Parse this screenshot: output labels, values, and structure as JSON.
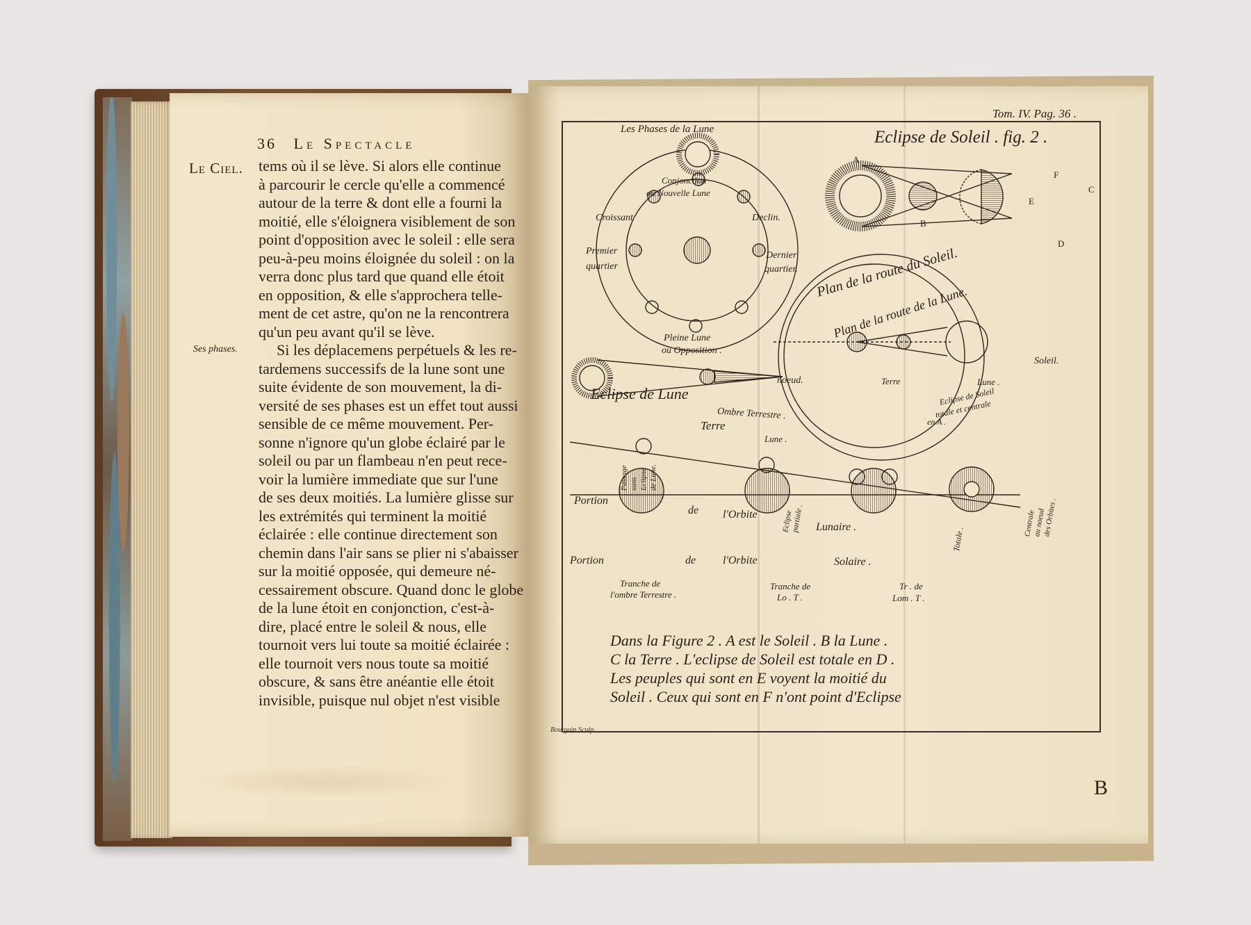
{
  "left_page": {
    "page_number": "36",
    "running_title": "Le Spectacle",
    "margin_section": "Le Ciel.",
    "margin_note": "Ses phases.",
    "lines": [
      "tems où il se lève. Si alors elle continue",
      "à parcourir le cercle qu'elle a commencé",
      "autour de la terre & dont elle a fourni la",
      "moitié, elle s'éloignera visiblement de son",
      "point d'opposition avec le soleil : elle sera",
      "peu-à-peu moins éloignée du soleil : on la",
      "verra donc plus tard que quand elle étoit",
      "en opposition, & elle s'approchera telle-",
      "ment de cet astre, qu'on ne la rencontrera",
      "qu'un peu avant qu'il se lève.",
      "Si les déplacemens perpétuels & les re-",
      "tardemens successifs de la lune sont une",
      "suite évidente de son mouvement, la di-",
      "versité de ses phases est un effet tout aussi",
      "sensible de ce même mouvement. Per-",
      "sonne n'ignore qu'un globe éclairé par le",
      "soleil ou par un flambeau n'en peut rece-",
      "voir la lumière immediate que sur l'une",
      "de ses deux moitiés. La lumière glisse sur",
      "les extrémités qui terminent la moitié",
      "éclairée : elle continue directement son",
      "chemin dans l'air sans se plier ni s'abaisser",
      "sur la moitié opposée, qui demeure né-",
      "cessairement obscure. Quand donc le globe",
      "de la lune étoit en conjonction, c'est-à-",
      "dire, placé entre le soleil & nous, elle",
      "tournoit vers lui toute sa moitié éclairée :",
      "elle tournoit vers nous toute sa moitié",
      "obscure, & sans être anéantie elle étoit",
      "invisible, puisque nul objet n'est visible"
    ]
  },
  "plate": {
    "ref": "Tom. IV. Pag. 36 .",
    "phases_title": "Les Phases de la Lune",
    "conjonction": [
      "Conjonction",
      "ou Nouvelle Lune"
    ],
    "croissant": "Croissant",
    "declin": "Declin.",
    "premier": [
      "Premier",
      "quartier"
    ],
    "dernier": [
      "Dernier",
      "quartier."
    ],
    "pleine": [
      "Pleine Lune",
      "ou Opposition ."
    ],
    "eclipse_soleil_title": "Eclipse de Soleil . fig. 2 .",
    "letters": {
      "a": "A",
      "b": "B",
      "c": "C",
      "d": "D",
      "e": "E",
      "f": "F"
    },
    "route_soleil": "Plan de la route du Soleil.",
    "route_lune": "Plan de la route de la Lune.",
    "soleil": "Soleil.",
    "noeud": "noeud.",
    "terre_a": "Terre",
    "lune_b": "Lune .",
    "eclipse_totale": [
      "Eclipse de Soleil",
      "totale et centrale",
      "en A ."
    ],
    "eclipse_lune_title": "Eclipse de Lune",
    "ombre": "Ombre Terrestre .",
    "terre": "Terre",
    "lune": "Lune .",
    "portion1": "Portion",
    "de1": "de",
    "orbite1": "l'Orbite",
    "lunaire": "Lunaire .",
    "portion2": "Portion",
    "de2": "de",
    "orbite2": "l'Orbite",
    "solaire": "Solaire .",
    "passage": [
      "Passage",
      "sans",
      "Eclipse",
      "de Lune."
    ],
    "partiale": [
      "Eclipse",
      "partiale ."
    ],
    "totale": "Totale .",
    "centrale": [
      "Centrale",
      "au noeud",
      "des Orbites ."
    ],
    "tranche1": [
      "Tranche de",
      "l'ombre Terrestre ."
    ],
    "tranche2": [
      "Tranche de",
      "Lo . T ."
    ],
    "tranche3": [
      "Tr . de",
      "Lom . T ."
    ],
    "caption": [
      "Dans la Figure 2 . A est le Soleil . B la Lune .",
      "C la Terre . L'eclipse de Soleil est totale en D .",
      "Les peuples qui sont en E voyent la moitié du",
      "Soleil . Ceux qui sont en F n'ont point d'Eclipse"
    ],
    "engraver": "Bourgoin Sculp .",
    "signature": "B"
  }
}
